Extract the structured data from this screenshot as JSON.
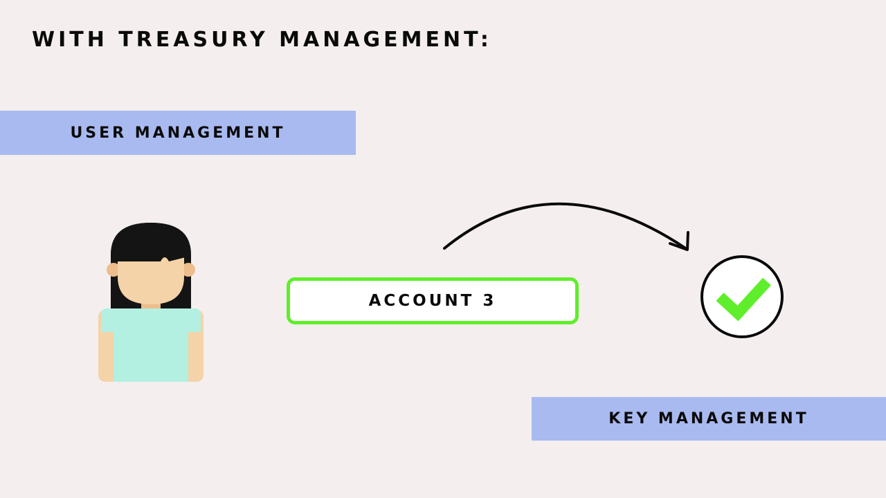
{
  "heading": "WITH TREASURY MANAGEMENT:",
  "user_management": "USER MANAGEMENT",
  "account": "ACCOUNT 3",
  "key_management": "KEY MANAGEMENT",
  "colors": {
    "background": "#f4efee",
    "band": "#a9baf0",
    "account_border": "#5fee2b",
    "check": "#5fee2b",
    "shirt": "#b3f0e2",
    "skin": "#f5d3a8",
    "hair": "#141414"
  },
  "icons": {
    "person": "woman-avatar-icon",
    "arrow": "curved-arrow-icon",
    "check": "check-circle-icon"
  }
}
